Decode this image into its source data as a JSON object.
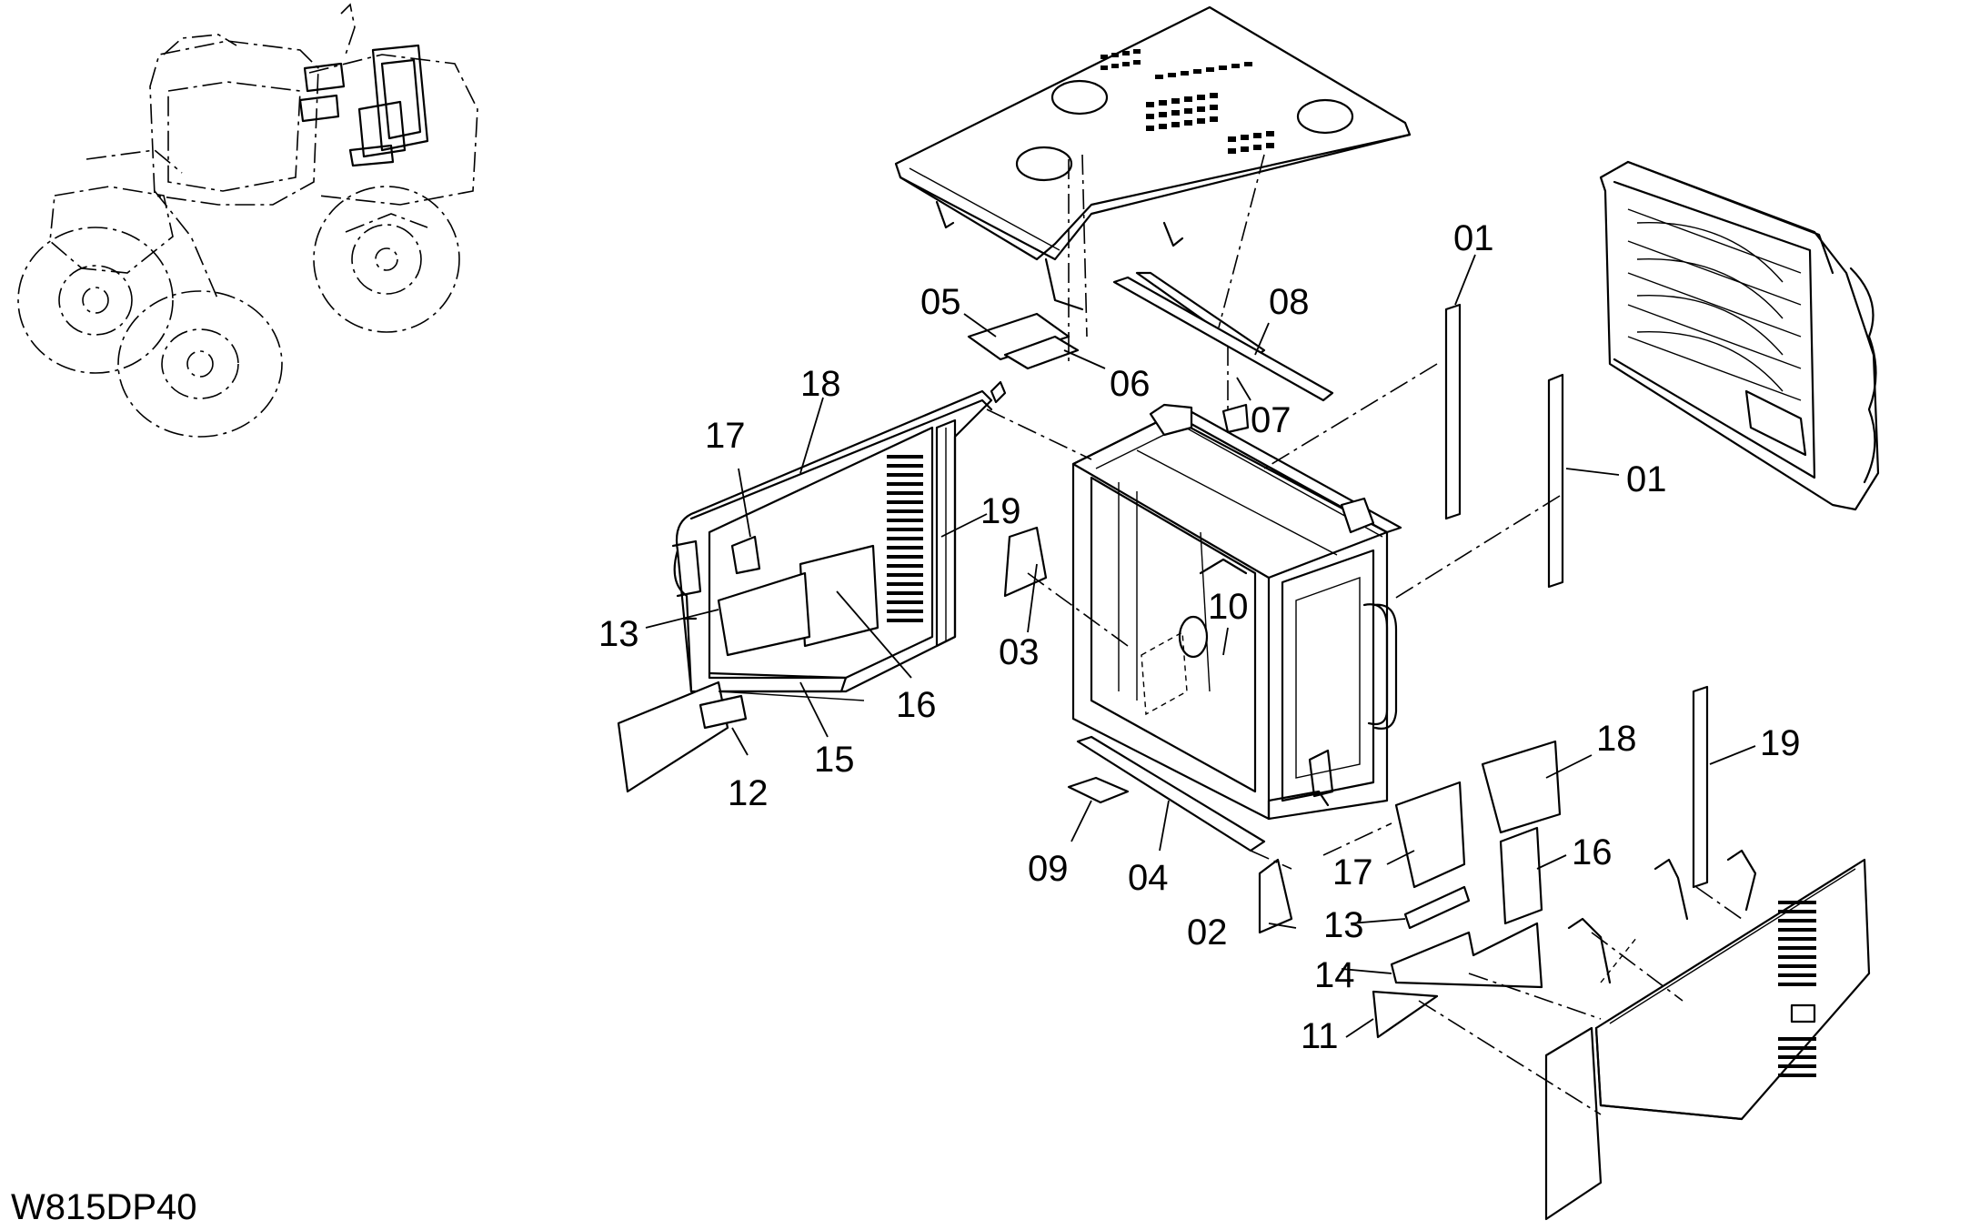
{
  "diagram": {
    "drawing_code": "W815DP40",
    "callouts": [
      {
        "id": "c01a",
        "text": "01"
      },
      {
        "id": "c01b",
        "text": "01"
      },
      {
        "id": "c02",
        "text": "02"
      },
      {
        "id": "c03",
        "text": "03"
      },
      {
        "id": "c04",
        "text": "04"
      },
      {
        "id": "c05",
        "text": "05"
      },
      {
        "id": "c06",
        "text": "06"
      },
      {
        "id": "c07",
        "text": "07"
      },
      {
        "id": "c08",
        "text": "08"
      },
      {
        "id": "c09",
        "text": "09"
      },
      {
        "id": "c10",
        "text": "10"
      },
      {
        "id": "c11",
        "text": "11"
      },
      {
        "id": "c12",
        "text": "12"
      },
      {
        "id": "c13a",
        "text": "13"
      },
      {
        "id": "c13b",
        "text": "13"
      },
      {
        "id": "c14",
        "text": "14"
      },
      {
        "id": "c15",
        "text": "15"
      },
      {
        "id": "c16a",
        "text": "16"
      },
      {
        "id": "c16b",
        "text": "16"
      },
      {
        "id": "c17a",
        "text": "17"
      },
      {
        "id": "c17b",
        "text": "17"
      },
      {
        "id": "c18a",
        "text": "18"
      },
      {
        "id": "c18b",
        "text": "18"
      },
      {
        "id": "c19a",
        "text": "19"
      },
      {
        "id": "c19b",
        "text": "19"
      }
    ]
  }
}
